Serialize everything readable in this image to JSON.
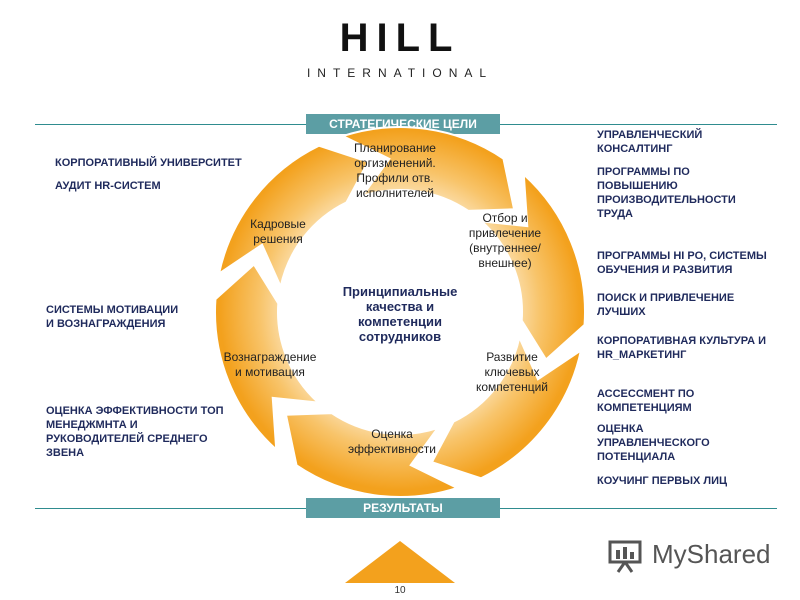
{
  "logo": {
    "main": "HILL",
    "sub": "INTERNATIONAL"
  },
  "banners": {
    "top": "СТРАТЕГИЧЕСКИЕ ЦЕЛИ",
    "bottom": "РЕЗУЛЬТАТЫ"
  },
  "center": {
    "lines": [
      "Принципиальные",
      "качества и",
      "компетенции",
      "сотрудников"
    ]
  },
  "segments": [
    {
      "name": "planning",
      "lines": [
        "Планирование",
        "оргизменений.",
        "Профили отв.",
        "исполнителей"
      ]
    },
    {
      "name": "selection",
      "lines": [
        "Отбор и",
        "привлечение",
        "(внутреннее/",
        "внешнее)"
      ]
    },
    {
      "name": "development",
      "lines": [
        "Развитие",
        "ключевых",
        "компетенций"
      ]
    },
    {
      "name": "evaluation",
      "lines": [
        "Оценка",
        "эффективности"
      ]
    },
    {
      "name": "reward",
      "lines": [
        "Вознаграждение",
        "и мотивация"
      ]
    },
    {
      "name": "hr-decisions",
      "lines": [
        "Кадровые",
        "решения"
      ]
    }
  ],
  "left_notes": [
    "КОРПОРАТИВНЫЙ УНИВЕРСИТЕТ",
    "АУДИТ  HR-СИСТЕМ",
    "СИСТЕМЫ МОТИВАЦИИ\nИ ВОЗНАГРАЖДЕНИЯ",
    "ОЦЕНКА ЭФФЕКТИВНОСТИ ТОП\nМЕНЕДЖМНТА И\nРУКОВОДИТЕЛЕЙ СРЕДНЕГО\nЗВЕНА"
  ],
  "right_notes": [
    "УПРАВЛЕНЧЕСКИЙ\nКОНСАЛТИНГ",
    "ПРОГРАММЫ ПО\nПОВЫШЕНИЮ\nПРОИЗВОДИТЕЛЬНОСТИ\nТРУДА",
    "ПРОГРАММЫ НI РО, СИСТЕМЫ\nОБУЧЕНИЯ И РАЗВИТИЯ",
    "ПОИСК И ПРИВЛЕЧЕНИЕ\nЛУЧШИХ",
    "КОРПОРАТИВНАЯ КУЛЬТУРА И\nHR_МАРКЕТИНГ",
    "АССЕССМЕНТ ПО\nКОМПЕТЕНЦИЯМ",
    "ОЦЕНКА\nУПРАВЛЕНЧЕСКОГО\nПОТЕНЦИАЛА",
    "КОУЧИНГ ПЕРВЫХ ЛИЦ"
  ],
  "page_number": "10",
  "watermark": {
    "text": "MyShared",
    "icon": "presentation-board-icon"
  },
  "colors": {
    "accent": "#5c9ea4",
    "segment": "#f4a92a",
    "segment_light": "#fbe3b6",
    "text": "#1f2a5c"
  }
}
